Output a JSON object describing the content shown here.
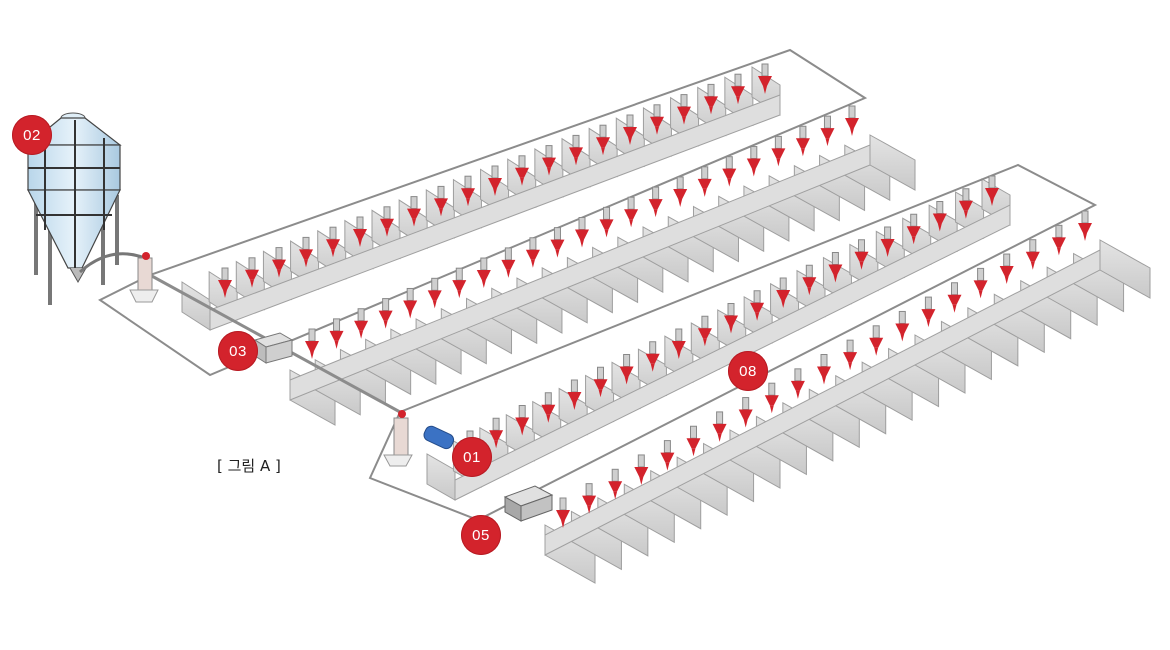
{
  "caption": "[ 그림 A ]",
  "markers": {
    "m01": "01",
    "m02": "02",
    "m03": "03",
    "m05": "05",
    "m08": "08"
  },
  "colors": {
    "feeder_red": "#d3232c",
    "marker_red": "#d3232c",
    "pen_gray": "#d9d9d9",
    "pipe_gray": "#8c8c8c",
    "motor_blue": "#3b72c4",
    "silo_blue": "#cfe3f0"
  },
  "icons": [
    "silo-icon",
    "feeder-pan-icon",
    "drive-unit-icon",
    "motor-icon",
    "control-box-icon"
  ]
}
